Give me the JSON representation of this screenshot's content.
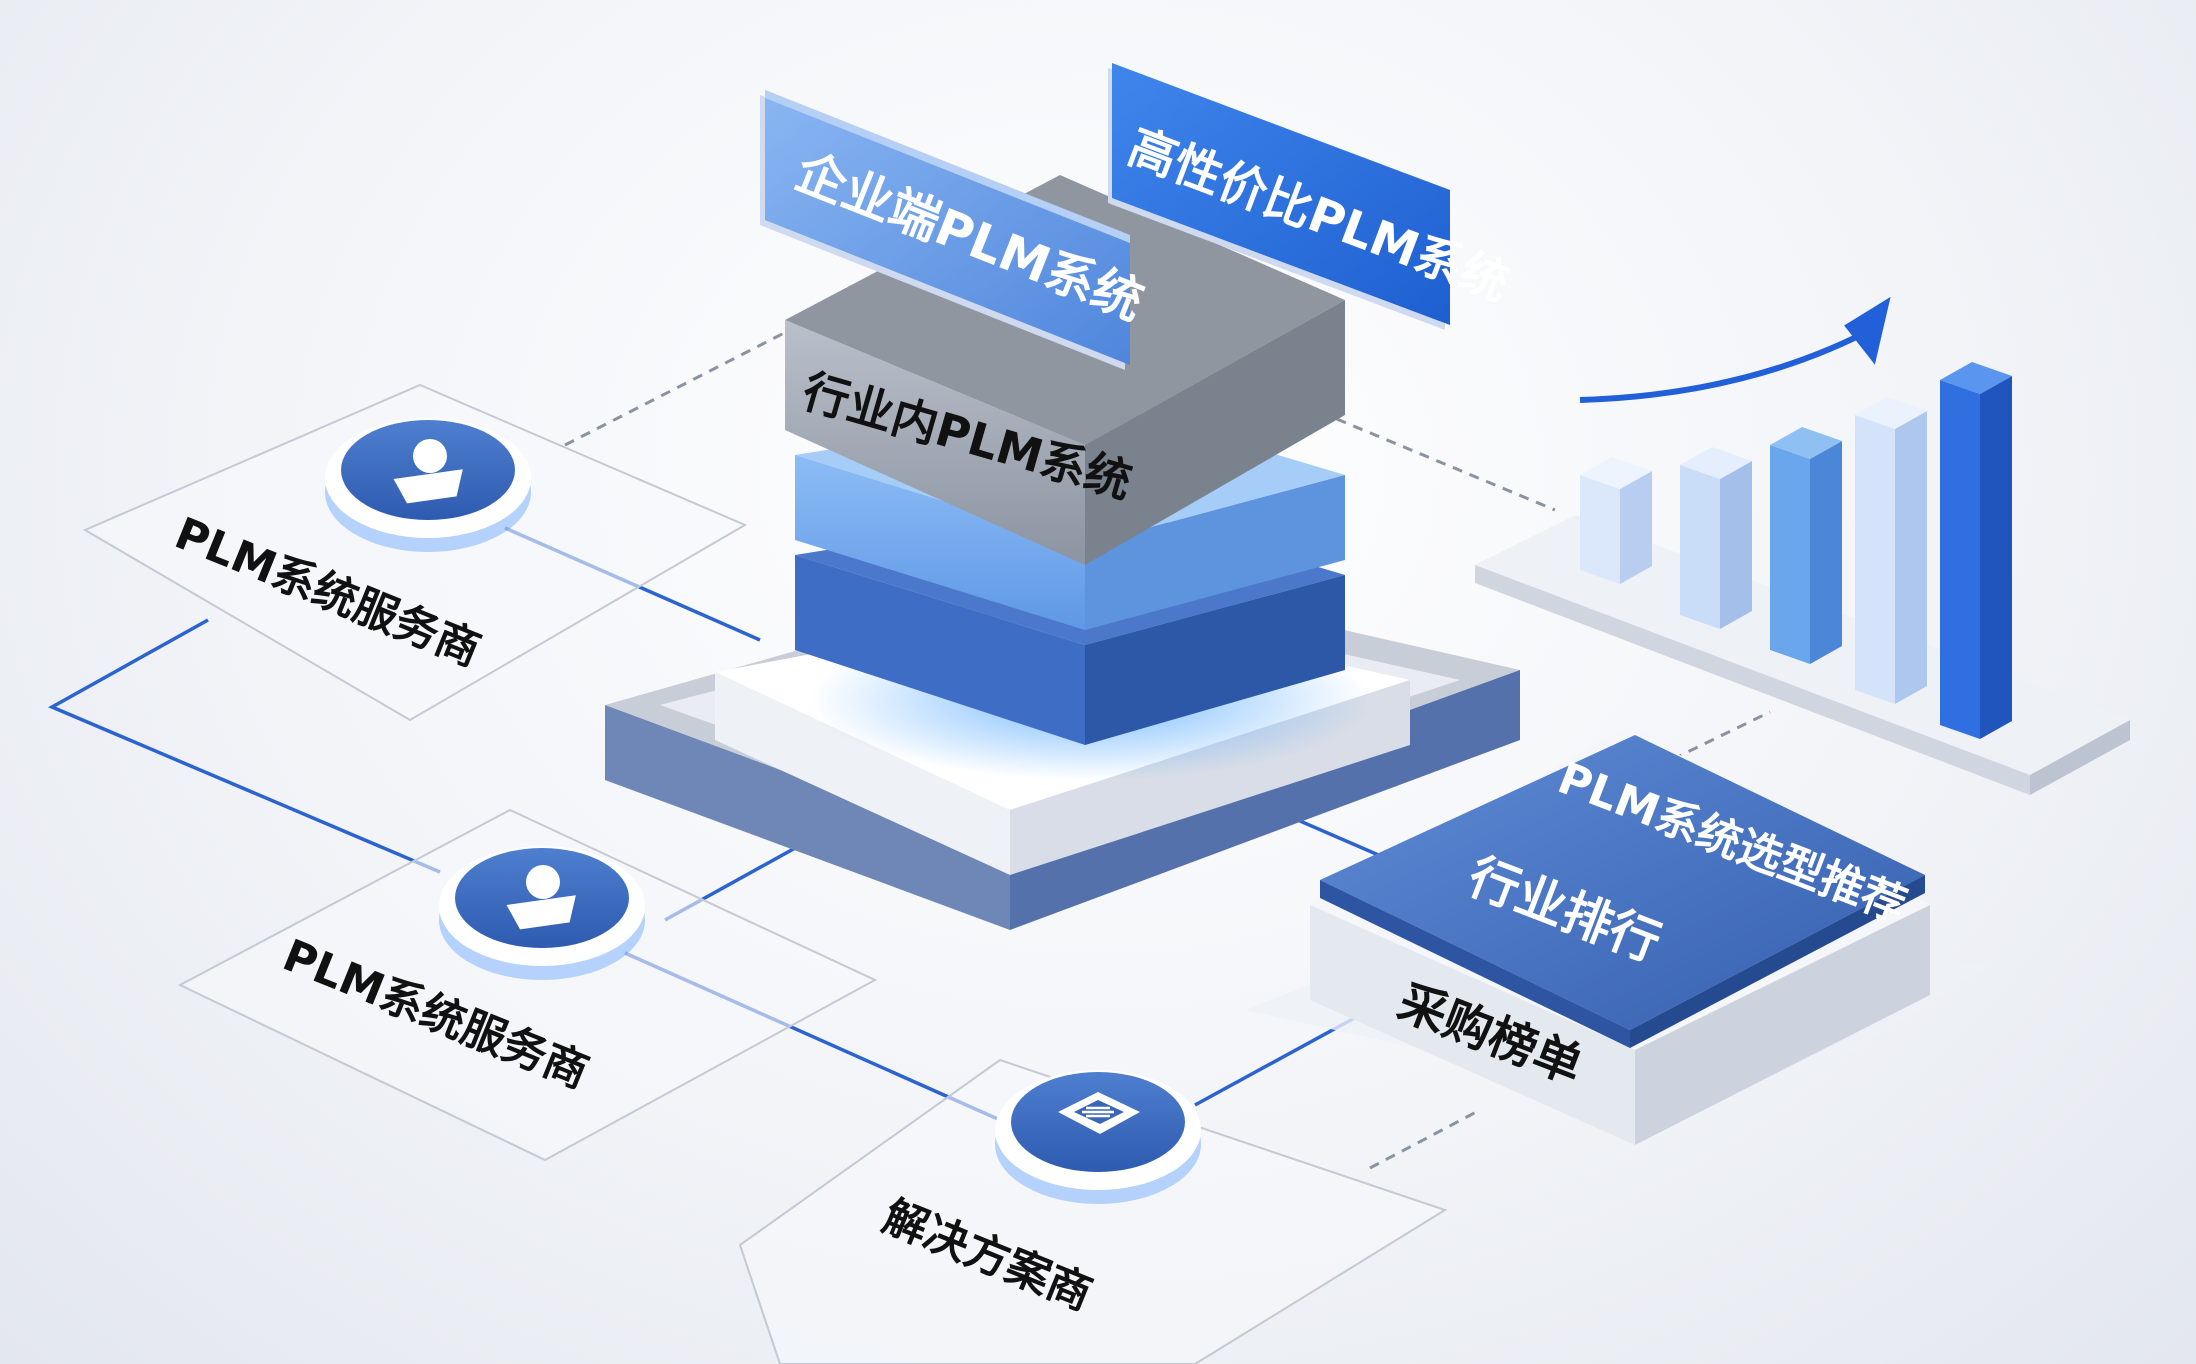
{
  "colors": {
    "accent": "#2a6fe0",
    "deep_blue": "#3d6dc0",
    "light_blue": "#79aef0",
    "gray_slab": "#8f97a4",
    "line": "#2b63d0"
  },
  "banners": {
    "enterprise": "企业端PLM系统",
    "value": "高性价比PLM系统"
  },
  "stack": {
    "top_label": "行业内PLM系统"
  },
  "providers": [
    {
      "label": "PLM系统服务商",
      "icon": "person-icon"
    },
    {
      "label": "PLM系统服务商",
      "icon": "person-icon"
    },
    {
      "label": "解决方案商",
      "icon": "document-icon"
    }
  ],
  "ranking_block": {
    "title": "PLM系统选型推荐",
    "subtitle": "行业排行",
    "side_label": "采购榜单"
  },
  "growth_chart": {
    "bar_count": 5,
    "icon": "trend-up-arrow-icon"
  }
}
